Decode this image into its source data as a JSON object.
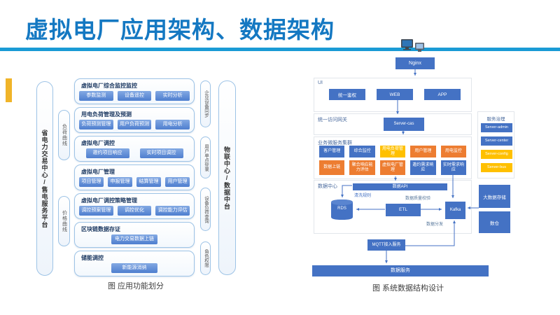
{
  "page": {
    "title": "虚拟电厂应用架构、数据架构",
    "title_color": "#1478c2",
    "divider_color": "#1a9bd5",
    "accent_color": "#f0b429"
  },
  "left_diagram": {
    "caption": "图 应用功能划分",
    "left_platform": "省电力交易中心/售电服务平台",
    "load_curve": "负荷曲线",
    "price_curve": "价格曲线",
    "button_color": "#4e7ecf",
    "groups": [
      {
        "title": "虚拟电厂综合监控监控",
        "items": [
          "参数监测",
          "设备遥控",
          "实时分析"
        ]
      },
      {
        "title": "用电负荷管理及预测",
        "items": [
          "负荷预测管理",
          "用户负荷预测",
          "用电分析"
        ]
      },
      {
        "title": "虚拟电厂调控",
        "items": [
          "邀约项目响应",
          "实时项目调控"
        ]
      },
      {
        "title": "虚拟电厂管理",
        "items": [
          "项目管理",
          "申报管理",
          "结算管理",
          "用户管理"
        ]
      },
      {
        "title": "虚拟电厂调控策略管理",
        "items": [
          "调控预案管理",
          "调控优化",
          "调控能力评估"
        ]
      },
      {
        "title": "区块链数据存证",
        "items": [
          "电力交易数据上链"
        ]
      },
      {
        "title": "储能调控",
        "items": [
          "新能源消纳"
        ]
      }
    ],
    "sync_pills": [
      "企业设备同步",
      "用户单点登录",
      "设备负荷查询",
      "角色权限"
    ],
    "right_platform": "物联中心/数据中台"
  },
  "right_diagram": {
    "caption": "图 系统数据结构设计",
    "top_box": "Nginx",
    "ui_section": {
      "label": "UI",
      "boxes": [
        "统一鉴权",
        "WEB",
        "APP"
      ]
    },
    "gateway_section": {
      "label": "统一访问网关",
      "box": "Server-cas"
    },
    "services_section": {
      "label": "业务微服务集群",
      "row1": [
        {
          "label": "客户管理",
          "color": "#4472c4"
        },
        {
          "label": "综合监控",
          "color": "#4472c4"
        },
        {
          "label": "用电负荷管理",
          "color": "#ffc000"
        },
        {
          "label": "用户管理",
          "color": "#ed7d31"
        },
        {
          "label": "用电监控",
          "color": "#ed7d31"
        }
      ],
      "row2": [
        {
          "label": "数据上链",
          "color": "#ed7d31"
        },
        {
          "label": "聚合响应能力评估",
          "color": "#ed7d31"
        },
        {
          "label": "虚拟电厂管理",
          "color": "#ed7d31"
        },
        {
          "label": "邀约需求响应",
          "color": "#4472c4"
        },
        {
          "label": "实时需求响应",
          "color": "#4472c4"
        }
      ]
    },
    "datacenter_section": {
      "label": "数据中心",
      "api_bar": "数据API",
      "clean_rule": "清洗规则",
      "quality_check": "数据质量校验",
      "db": "RDS",
      "etl": "ETL",
      "mq": "Kafka",
      "distribute": "数据分发"
    },
    "governance_section": {
      "label": "服务治理",
      "boxes": [
        {
          "label": "Server-admin",
          "color": "#4472c4"
        },
        {
          "label": "Server-center",
          "color": "#4472c4"
        },
        {
          "label": "Server-config",
          "color": "#ffc000"
        },
        {
          "label": "Server-bus",
          "color": "#ffc000"
        }
      ]
    },
    "storage_boxes": [
      "大数据存储",
      "数仓"
    ],
    "mqtt_box": "MQTT接入服务",
    "bottom_bar": "数据服务"
  }
}
